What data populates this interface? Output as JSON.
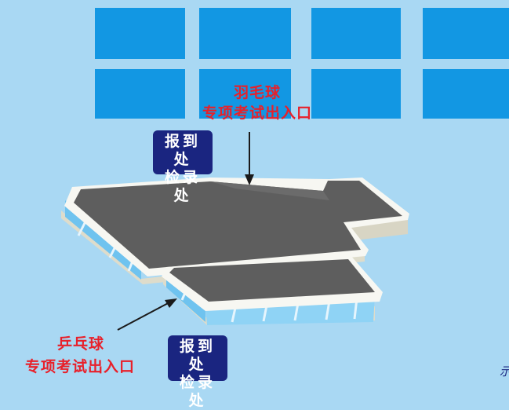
{
  "badminton": {
    "sport": "羽毛球",
    "entrance": "专项考试出入口",
    "badge_line1": "报到处",
    "badge_line2": "检录处"
  },
  "table_tennis": {
    "sport": "乒乓球",
    "entrance": "专项考试出入口",
    "badge_line1": "报到处",
    "badge_line2": "检录处"
  },
  "corner_mark": "示",
  "colors": {
    "background": "#a9d8f3",
    "window": "#1297e3",
    "label_red": "#e8202a",
    "badge_navy": "#1a2580",
    "roof": "#5e5e5e"
  }
}
